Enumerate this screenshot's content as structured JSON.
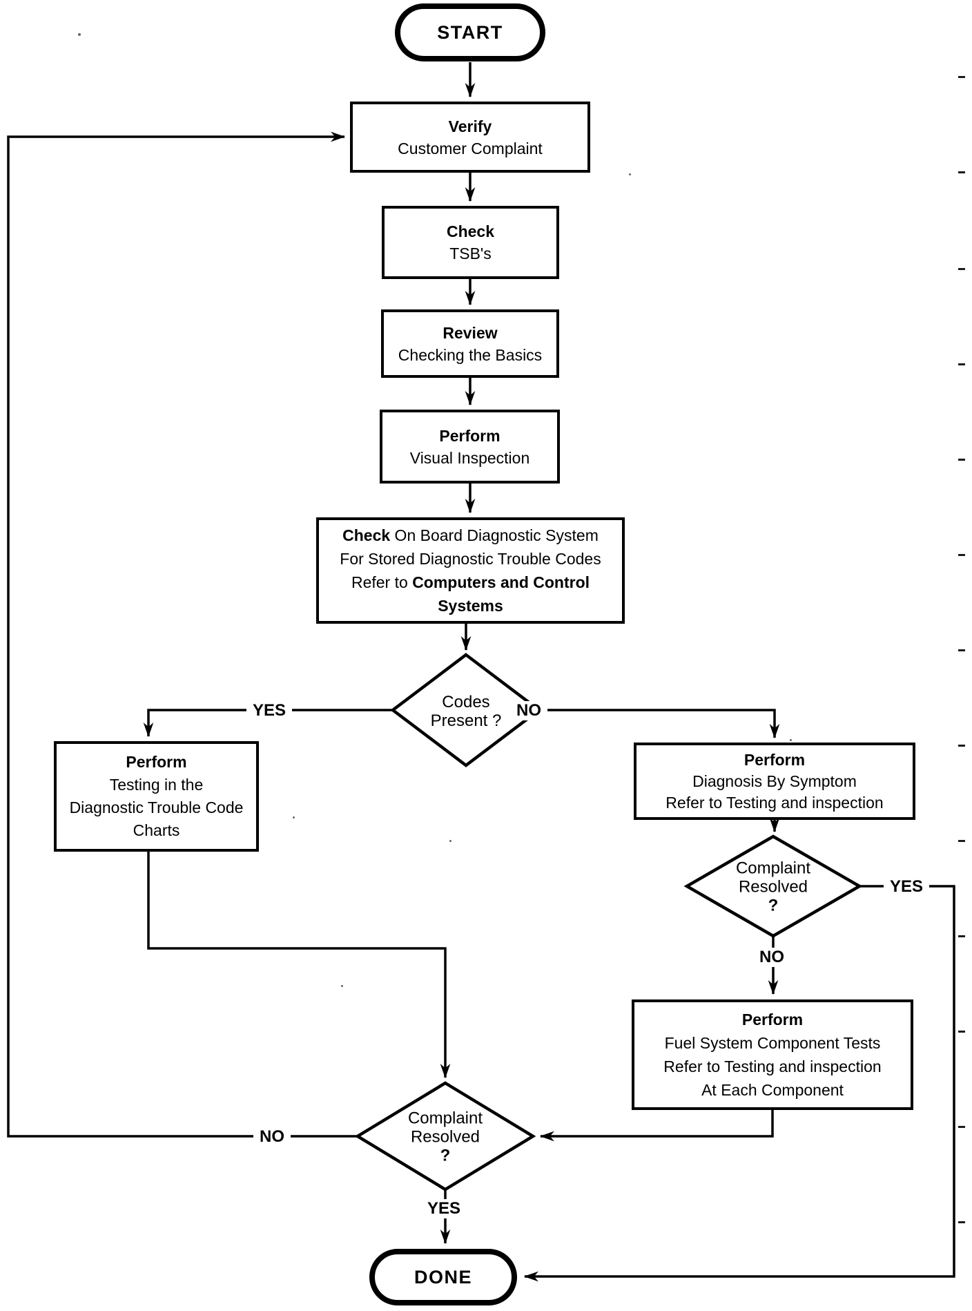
{
  "colors": {
    "ink": "#000000",
    "background": "#ffffff"
  },
  "nodes": {
    "start": {
      "label": "START"
    },
    "verify": {
      "title": "Verify",
      "body": "Customer Complaint"
    },
    "check_tsbs": {
      "title": "Check",
      "body": "TSB's"
    },
    "review_basics": {
      "title": "Review",
      "body": "Checking the Basics"
    },
    "visual_inspection": {
      "title": "Perform",
      "body": "Visual Inspection"
    },
    "check_obd": {
      "line1_bold": "Check",
      "line1_rest": " On Board Diagnostic System",
      "line2": "For Stored Diagnostic Trouble Codes",
      "line3_prefix": "Refer to ",
      "line3_bold": "Computers and Control Systems"
    },
    "codes_present": {
      "line1": "Codes",
      "line2": "Present ?"
    },
    "dtc_chart_testing": {
      "title": "Perform",
      "line2": "Testing in the",
      "line3": "Diagnostic Trouble Code",
      "line4": "Charts"
    },
    "diagnosis_by_symptom": {
      "title": "Perform",
      "line2": "Diagnosis By Symptom",
      "line3": "Refer to Testing and inspection"
    },
    "complaint_resolved_1": {
      "line1": "Complaint",
      "line2": "Resolved",
      "line3": "?"
    },
    "fuel_component_tests": {
      "title": "Perform",
      "line2": "Fuel System Component Tests",
      "line3": "Refer to Testing and inspection",
      "line4": "At Each Component"
    },
    "complaint_resolved_2": {
      "line1": "Complaint",
      "line2": "Resolved",
      "line3": "?"
    },
    "done": {
      "label": "DONE"
    }
  },
  "edge_labels": {
    "codes_yes": "YES",
    "codes_no": "NO",
    "resolved1_yes": "YES",
    "resolved1_no": "NO",
    "resolved2_no": "NO",
    "resolved2_yes": "YES"
  }
}
